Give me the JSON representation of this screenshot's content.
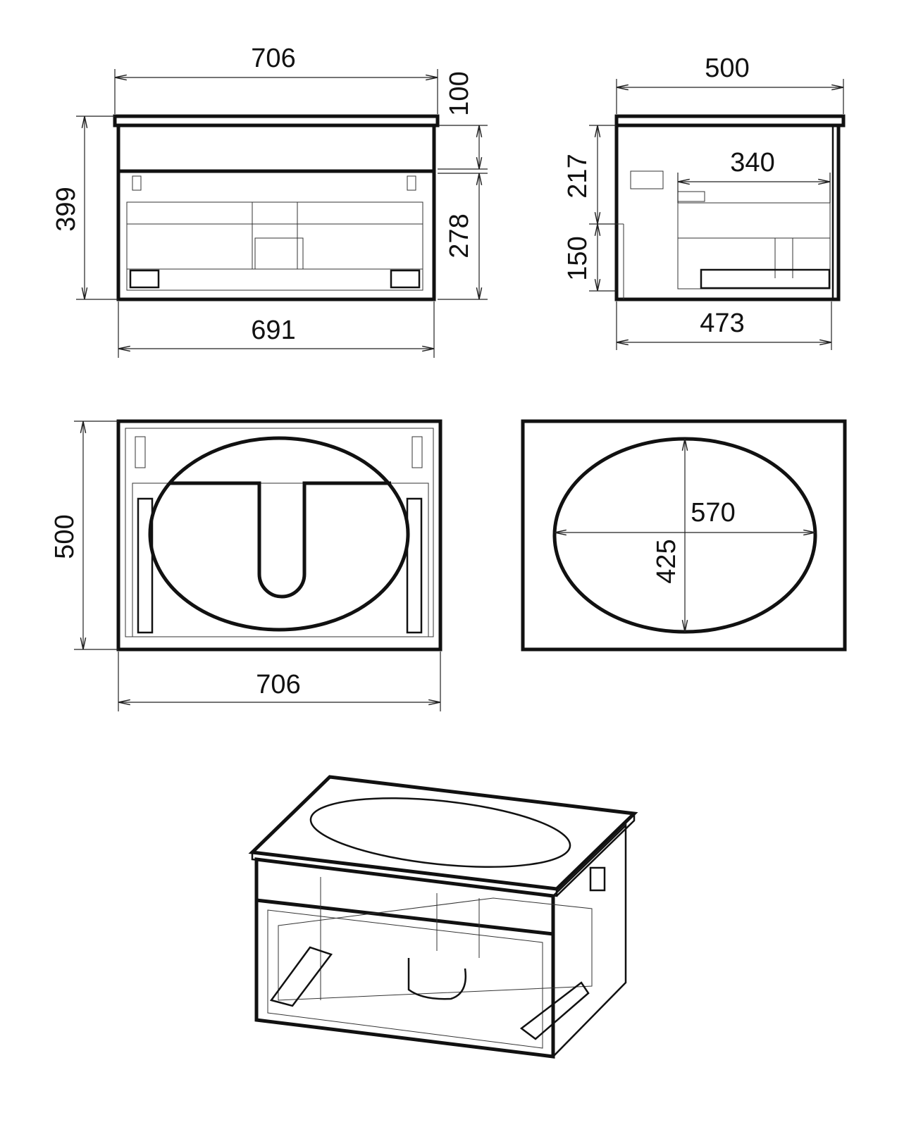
{
  "front_view": {
    "width_top": "706",
    "height_total": "399",
    "top_section": "100",
    "lower_section": "278",
    "width_body": "691"
  },
  "side_view": {
    "depth_top": "500",
    "inner_depth": "340",
    "upper_height": "217",
    "lower_height": "150",
    "depth_body": "473"
  },
  "top_view": {
    "depth": "500",
    "width": "706"
  },
  "basin_view": {
    "length": "570",
    "width": "425"
  },
  "colors": {
    "line": "#111111",
    "background": "#ffffff"
  }
}
